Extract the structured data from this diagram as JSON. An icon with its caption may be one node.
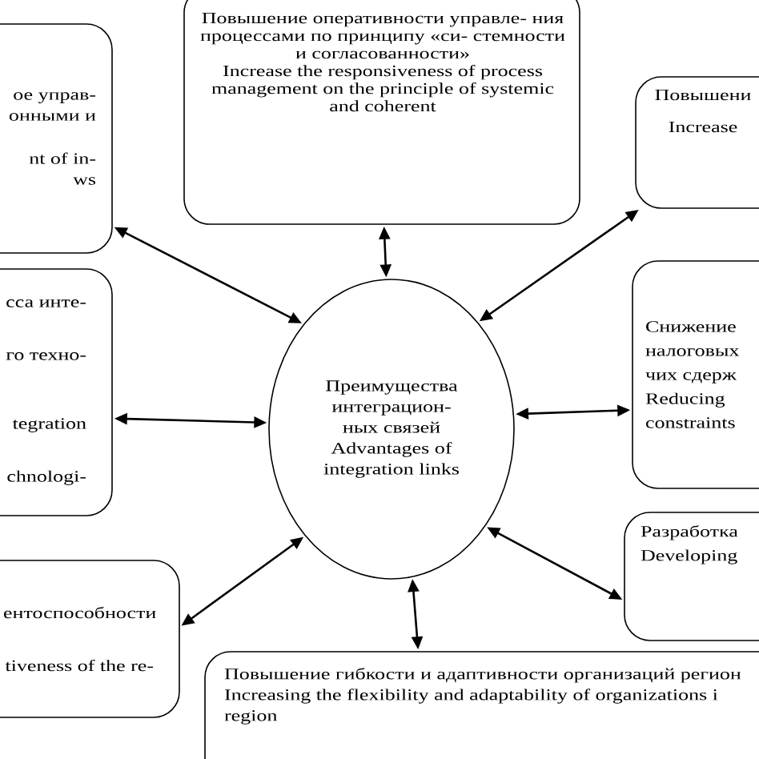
{
  "diagram": {
    "nodes": [
      {
        "text": [
          "ое управ- онными и",
          "nt of in- ws"
        ]
      },
      {
        "text": [
          "Повышение оперативности управле- ния процессами по принципу «си- стемности и согласованности»",
          "Increase the responsiveness of process management on the principle of systemic and coherent"
        ]
      },
      {
        "text": [
          "Повышени",
          "Increase"
        ]
      },
      {
        "text": [
          "сса инте- го техно-",
          "tegration chnologi-"
        ]
      },
      {
        "text": [
          "Преимущества интеграцион- ных связей",
          "Advantages of integration links"
        ]
      },
      {
        "text": [
          "Снижение налоговых чих сдерж",
          "Reducing constraints"
        ]
      },
      {
        "text": [
          "ентоспособности",
          "tiveness of the re-"
        ]
      },
      {
        "text": [
          "Разработка",
          "Developing"
        ]
      },
      {
        "text": [
          "Повышение гибкости и адаптивности организаций регион",
          "Increasing the flexibility and adaptability of organizations i region"
        ]
      }
    ],
    "edges": [
      {
        "from": 0,
        "to": 4,
        "arrow": "both"
      },
      {
        "from": 1,
        "to": 4,
        "arrow": "both"
      },
      {
        "from": 2,
        "to": 4,
        "arrow": "both"
      },
      {
        "from": 3,
        "to": 4,
        "arrow": "both"
      },
      {
        "from": 5,
        "to": 4,
        "arrow": "both"
      },
      {
        "from": 6,
        "to": 4,
        "arrow": "both"
      },
      {
        "from": 8,
        "to": 4,
        "arrow": "both"
      },
      {
        "from": 7,
        "to": 4,
        "arrow": "both"
      }
    ]
  }
}
